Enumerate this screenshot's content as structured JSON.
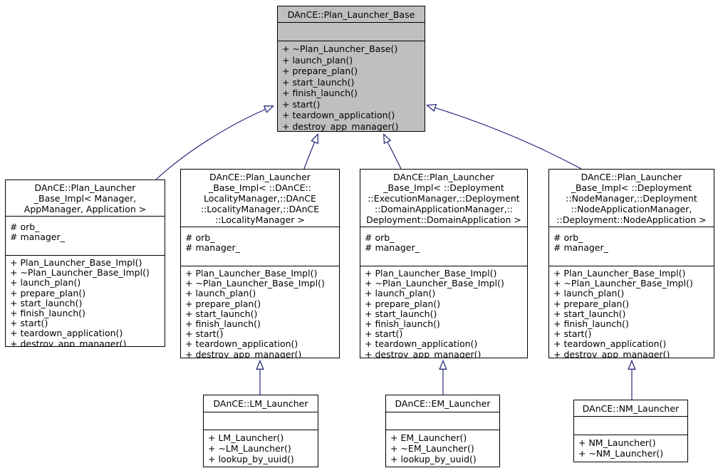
{
  "diagram": {
    "kind": "uml-inheritance-diagram",
    "colors": {
      "arrow": "#191970",
      "border": "#000000",
      "node_fill": "#ffffff",
      "focus_node_fill": "#bfbfbf",
      "background": "#ffffff"
    }
  },
  "classes": {
    "base": {
      "title": "DAnCE::Plan_Launcher_Base",
      "attributes": [],
      "methods": [
        "+ ~Plan_Launcher_Base()",
        "+ launch_plan()",
        "+ prepare_plan()",
        "+ start_launch()",
        "+ finish_launch()",
        "+ start()",
        "+ teardown_application()",
        "+ destroy_app_manager()"
      ]
    },
    "impl_generic": {
      "title": "DAnCE::Plan_Launcher\n_Base_Impl< Manager,\nAppManager, Application >",
      "attributes": [
        "# orb_",
        "# manager_"
      ],
      "methods": [
        "+ Plan_Launcher_Base_Impl()",
        "+ ~Plan_Launcher_Base_Impl()",
        "+ launch_plan()",
        "+ prepare_plan()",
        "+ start_launch()",
        "+ finish_launch()",
        "+ start()",
        "+ teardown_application()",
        "+ destroy_app_manager()"
      ]
    },
    "impl_locality": {
      "title": "DAnCE::Plan_Launcher\n_Base_Impl< ::DAnCE::\nLocalityManager,::DAnCE\n::LocalityManager,::DAnCE\n::LocalityManager >",
      "attributes": [
        "# orb_",
        "# manager_"
      ],
      "methods": [
        "+ Plan_Launcher_Base_Impl()",
        "+ ~Plan_Launcher_Base_Impl()",
        "+ launch_plan()",
        "+ prepare_plan()",
        "+ start_launch()",
        "+ finish_launch()",
        "+ start()",
        "+ teardown_application()",
        "+ destroy_app_manager()"
      ]
    },
    "impl_execution": {
      "title": "DAnCE::Plan_Launcher\n_Base_Impl< ::Deployment\n::ExecutionManager,::Deployment\n::DomainApplicationManager,::\nDeployment::DomainApplication >",
      "attributes": [
        "# orb_",
        "# manager_"
      ],
      "methods": [
        "+ Plan_Launcher_Base_Impl()",
        "+ ~Plan_Launcher_Base_Impl()",
        "+ launch_plan()",
        "+ prepare_plan()",
        "+ start_launch()",
        "+ finish_launch()",
        "+ start()",
        "+ teardown_application()",
        "+ destroy_app_manager()"
      ]
    },
    "impl_node": {
      "title": "DAnCE::Plan_Launcher\n_Base_Impl< ::Deployment\n::NodeManager,::Deployment\n::NodeApplicationManager,\n::Deployment::NodeApplication >",
      "attributes": [
        "# orb_",
        "# manager_"
      ],
      "methods": [
        "+ Plan_Launcher_Base_Impl()",
        "+ ~Plan_Launcher_Base_Impl()",
        "+ launch_plan()",
        "+ prepare_plan()",
        "+ start_launch()",
        "+ finish_launch()",
        "+ start()",
        "+ teardown_application()",
        "+ destroy_app_manager()"
      ]
    },
    "lm": {
      "title": "DAnCE::LM_Launcher",
      "attributes": [],
      "methods": [
        "+ LM_Launcher()",
        "+ ~LM_Launcher()",
        "+ lookup_by_uuid()"
      ]
    },
    "em": {
      "title": "DAnCE::EM_Launcher",
      "attributes": [],
      "methods": [
        "+ EM_Launcher()",
        "+ ~EM_Launcher()",
        "+ lookup_by_uuid()"
      ]
    },
    "nm": {
      "title": "DAnCE::NM_Launcher",
      "attributes": [],
      "methods": [
        "+ NM_Launcher()",
        "+ ~NM_Launcher()"
      ]
    }
  },
  "inheritance": [
    {
      "from": "DAnCE::Plan_Launcher_Base_Impl< Manager, AppManager, Application >",
      "to": "DAnCE::Plan_Launcher_Base"
    },
    {
      "from": "DAnCE::Plan_Launcher_Base_Impl< ::DAnCE::LocalityManager,::DAnCE::LocalityManager,::DAnCE::LocalityManager >",
      "to": "DAnCE::Plan_Launcher_Base"
    },
    {
      "from": "DAnCE::Plan_Launcher_Base_Impl< ::Deployment::ExecutionManager,::Deployment::DomainApplicationManager,::Deployment::DomainApplication >",
      "to": "DAnCE::Plan_Launcher_Base"
    },
    {
      "from": "DAnCE::Plan_Launcher_Base_Impl< ::Deployment::NodeManager,::Deployment::NodeApplicationManager,::Deployment::NodeApplication >",
      "to": "DAnCE::Plan_Launcher_Base"
    },
    {
      "from": "DAnCE::LM_Launcher",
      "to": "DAnCE::Plan_Launcher_Base_Impl< ::DAnCE::LocalityManager,::DAnCE::LocalityManager,::DAnCE::LocalityManager >"
    },
    {
      "from": "DAnCE::EM_Launcher",
      "to": "DAnCE::Plan_Launcher_Base_Impl< ::Deployment::ExecutionManager,::Deployment::DomainApplicationManager,::Deployment::DomainApplication >"
    },
    {
      "from": "DAnCE::NM_Launcher",
      "to": "DAnCE::Plan_Launcher_Base_Impl< ::Deployment::NodeManager,::Deployment::NodeApplicationManager,::Deployment::NodeApplication >"
    }
  ]
}
